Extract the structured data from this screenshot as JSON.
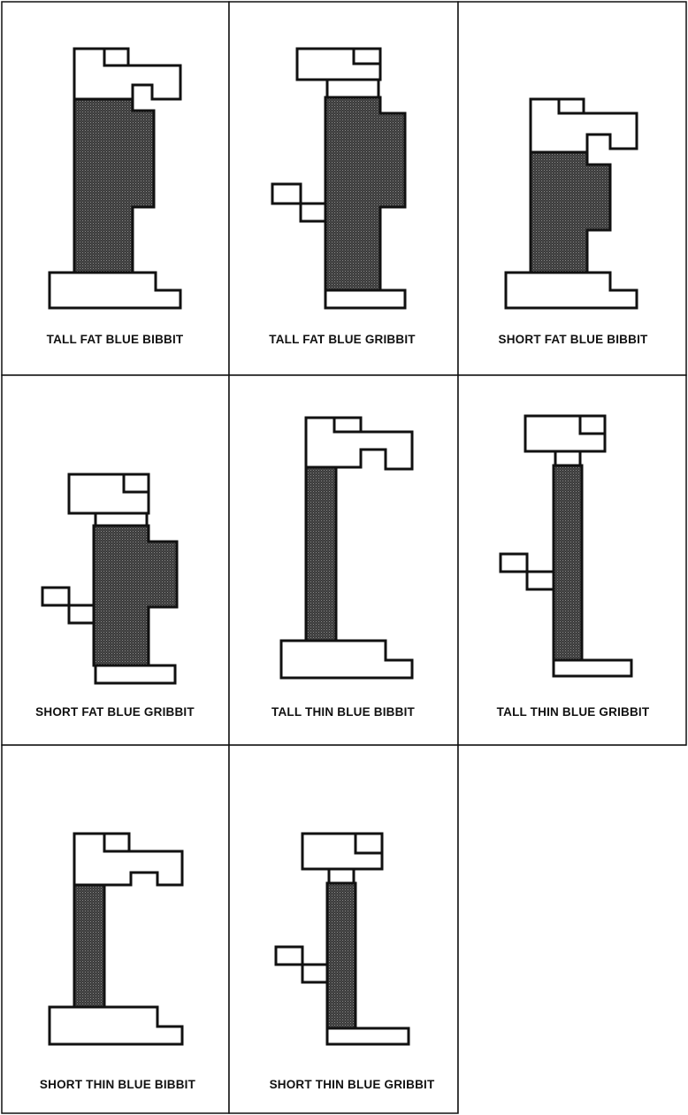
{
  "cards": [
    {
      "label": "TALL FAT BLUE BIBBIT",
      "height": "tall",
      "width": "fat",
      "color": "blue",
      "kind": "bibbit"
    },
    {
      "label": "TALL FAT BLUE GRIBBIT",
      "height": "tall",
      "width": "fat",
      "color": "blue",
      "kind": "gribbit"
    },
    {
      "label": "SHORT FAT BLUE BIBBIT",
      "height": "short",
      "width": "fat",
      "color": "blue",
      "kind": "bibbit"
    },
    {
      "label": "SHORT FAT BLUE GRIBBIT",
      "height": "short",
      "width": "fat",
      "color": "blue",
      "kind": "gribbit"
    },
    {
      "label": "TALL THIN BLUE BIBBIT",
      "height": "tall",
      "width": "thin",
      "color": "blue",
      "kind": "bibbit"
    },
    {
      "label": "TALL THIN BLUE GRIBBIT",
      "height": "tall",
      "width": "thin",
      "color": "blue",
      "kind": "gribbit"
    },
    {
      "label": "SHORT THIN BLUE BIBBIT",
      "height": "short",
      "width": "thin",
      "color": "blue",
      "kind": "bibbit"
    },
    {
      "label": "SHORT THIN BLUE GRIBBIT",
      "height": "short",
      "width": "thin",
      "color": "blue",
      "kind": "gribbit"
    }
  ],
  "colors": {
    "ink": "#111111",
    "body_fill": "#3a3a3a",
    "paper": "#ffffff"
  }
}
